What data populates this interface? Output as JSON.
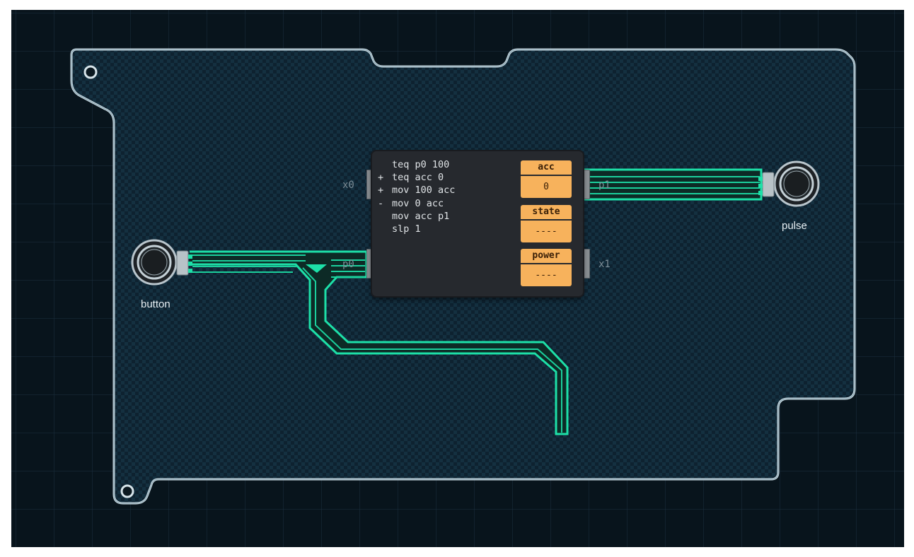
{
  "chip": {
    "code": [
      {
        "marker": "",
        "text": "teq p0 100"
      },
      {
        "marker": "+",
        "text": "teq acc 0"
      },
      {
        "marker": "+",
        "text": "mov 100 acc"
      },
      {
        "marker": "-",
        "text": "mov 0 acc"
      },
      {
        "marker": "",
        "text": "mov acc p1"
      },
      {
        "marker": "",
        "text": "slp 1"
      }
    ],
    "registers": {
      "acc": {
        "name": "acc",
        "value": "0"
      },
      "state": {
        "name": "state",
        "value": "----"
      },
      "power": {
        "name": "power",
        "value": "----"
      }
    },
    "ports": {
      "x0": "x0",
      "p0": "p0",
      "p1": "p1",
      "x1": "x1"
    }
  },
  "components": {
    "input": {
      "label": "button"
    },
    "output": {
      "label": "pulse"
    }
  },
  "colors": {
    "background": "#08141c",
    "board_outline": "#c7dbe4",
    "wire": "#20d6a6",
    "chip_body": "#26292e",
    "register": "#f7b25c",
    "active_port": "#f7a533"
  }
}
